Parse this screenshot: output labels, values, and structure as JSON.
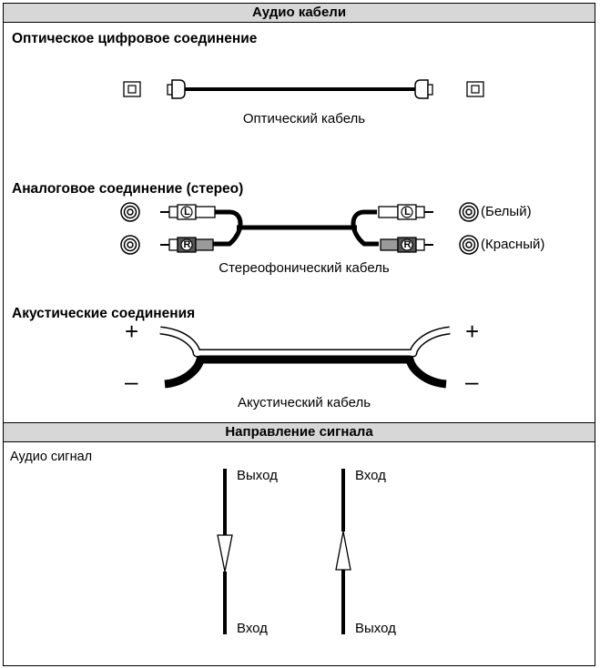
{
  "cables_section": {
    "title": "Аудио кабели",
    "optical": {
      "heading": "Оптическое цифровое соединение",
      "cable_label": "Оптический кабель"
    },
    "analog": {
      "heading": "Аналоговое соединение (стерео)",
      "cable_label": "Стереофонический кабель",
      "white_label": "(Белый)",
      "red_label": "(Красный)",
      "left_letter": "L",
      "right_letter": "R"
    },
    "speaker": {
      "heading": "Акустические соединения",
      "cable_label": "Акустический кабель",
      "plus": "+",
      "minus": "–"
    }
  },
  "signal_section": {
    "title": "Направление сигнала",
    "audio_label": "Аудио сигнал",
    "down_arrow": {
      "top": "Выход",
      "bottom": "Вход"
    },
    "up_arrow": {
      "top": "Вход",
      "bottom": "Выход"
    }
  }
}
